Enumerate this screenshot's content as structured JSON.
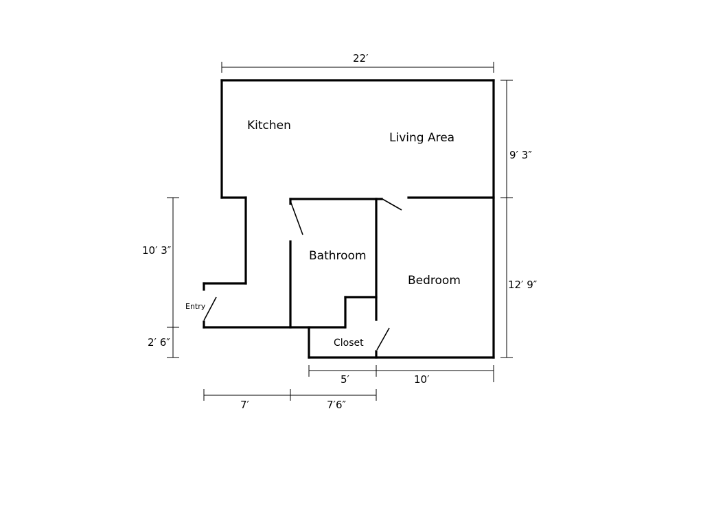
{
  "rooms": {
    "kitchen": "Kitchen",
    "living_area": "Living Area",
    "bathroom": "Bathroom",
    "bedroom": "Bedroom",
    "closet": "Closet",
    "entry": "Entry"
  },
  "dimensions": {
    "top_width": "22′",
    "right_upper": "9′ 3″",
    "right_lower": "12′ 9″",
    "left_upper": "10′ 3″",
    "left_lower": "2′ 6″",
    "bottom_closet": "5′",
    "bottom_bedroom": "10′",
    "bottom_entry": "7′",
    "bottom_bath": "7′6″"
  }
}
